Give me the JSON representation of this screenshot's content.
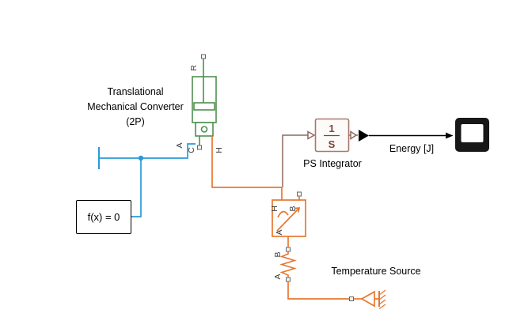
{
  "colors": {
    "two_phase_blue": "#2b9bd7",
    "thermal_orange": "#e8772e",
    "mechanical_green": "#4f8f4f",
    "ps_signal": "#8c6a5d",
    "ps_block_border": "#a8786a",
    "ps_block_text": "#7d4437",
    "signal_black": "#000000",
    "port_label": "#3c3c3c"
  },
  "blocks": {
    "converter": {
      "label_lines": [
        "Translational",
        "Mechanical Converter",
        "(2P)"
      ],
      "ports": {
        "r": "R",
        "a": "A",
        "c": "C",
        "h": "H"
      }
    },
    "solver": {
      "label": "f(x) = 0"
    },
    "ps_integrator": {
      "label": "PS Integrator",
      "numerator": "1",
      "denominator": "S"
    },
    "convection": {
      "ports": {
        "h": "H",
        "b": "B",
        "a": "A"
      }
    },
    "resistance": {
      "ports": {
        "b": "B",
        "a": "A"
      }
    },
    "temperature_source": {
      "label": "Temperature Source"
    }
  },
  "signals": {
    "energy": "Energy [J]"
  }
}
